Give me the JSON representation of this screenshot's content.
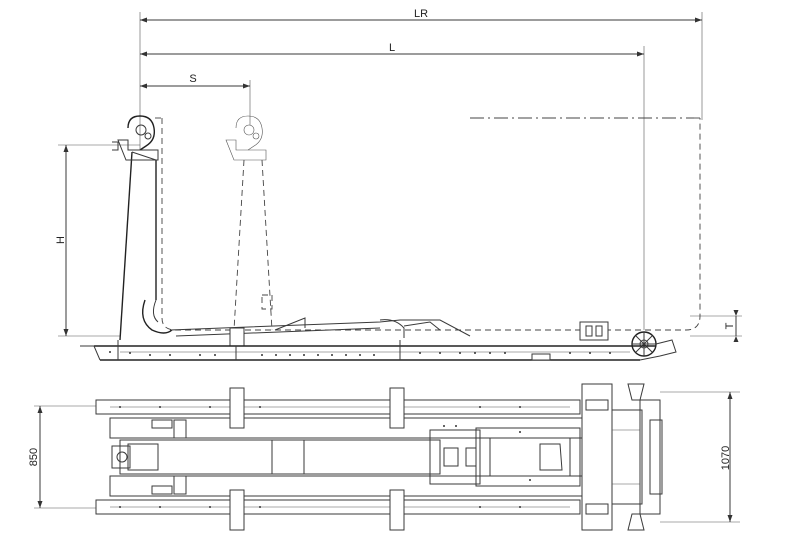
{
  "dimensions": {
    "lr": "LR",
    "l": "L",
    "s": "S",
    "h": "H",
    "t": "T",
    "width_frame": "850",
    "width_total": "1070"
  },
  "colors": {
    "line": "#3a3a3a",
    "background": "#ffffff"
  }
}
